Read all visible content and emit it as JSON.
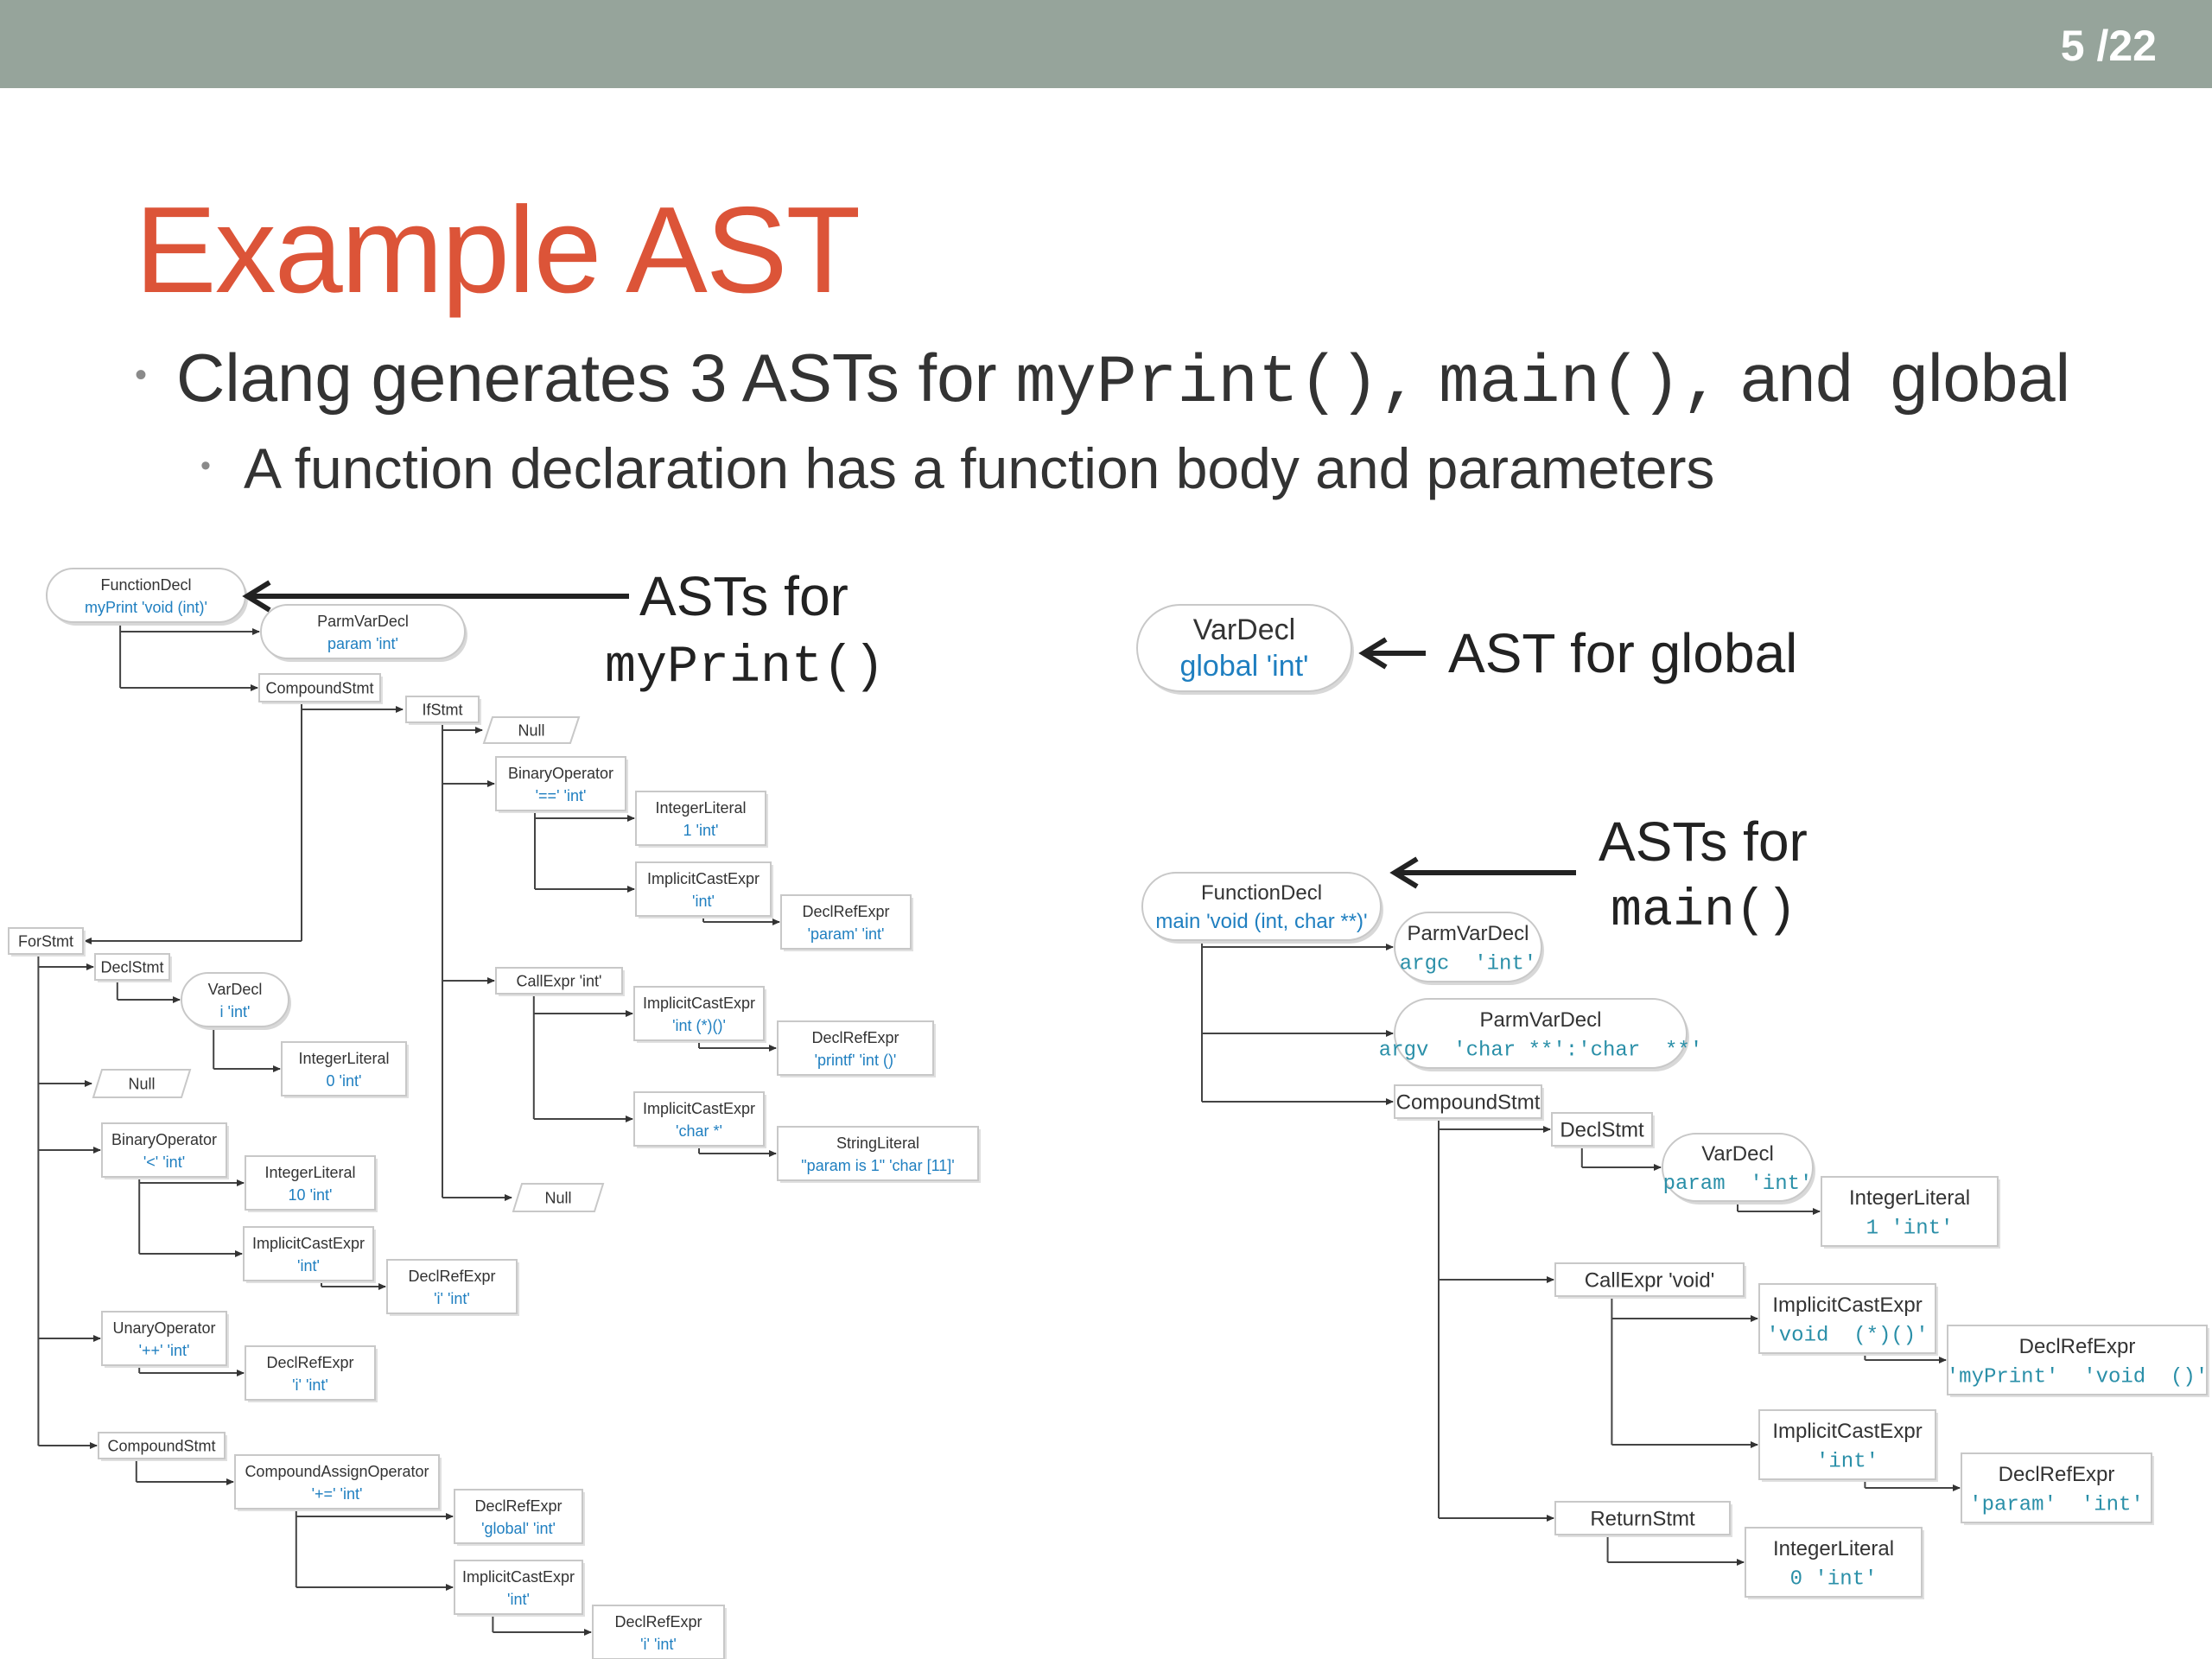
{
  "page_number": "5 /22",
  "title": "Example AST",
  "bullet1": {
    "prefix": "Clang generates 3 ASTs for ",
    "code1": "myPrint(),",
    "code2": "main(),",
    "suffix": " and  global"
  },
  "bullet2": "A function declaration has a function body and parameters",
  "labels": {
    "myprint_1": "ASTs for",
    "myprint_2": "myPrint()",
    "global": "AST for global",
    "main_1": "ASTs for",
    "main_2": "main()"
  },
  "nodes": [
    {
      "id": "m-funcdecl",
      "shape": "round",
      "label": "FunctionDecl",
      "type": "myPrint 'void (int)'"
    },
    {
      "id": "m-parm",
      "shape": "round",
      "label": "ParmVarDecl",
      "type": "param 'int'"
    },
    {
      "id": "m-compound",
      "shape": "rect",
      "label": "CompoundStmt",
      "type": ""
    },
    {
      "id": "m-if",
      "shape": "rect",
      "label": "IfStmt",
      "type": ""
    },
    {
      "id": "m-null1",
      "shape": "para",
      "label": "Null",
      "type": ""
    },
    {
      "id": "m-binop",
      "shape": "rect",
      "label": "BinaryOperator",
      "type": "'==' 'int'"
    },
    {
      "id": "m-int1",
      "shape": "rect",
      "label": "IntegerLiteral",
      "type": "1 'int'"
    },
    {
      "id": "m-ice1",
      "shape": "rect",
      "label": "ImplicitCastExpr",
      "type": "'int'"
    },
    {
      "id": "m-dre1",
      "shape": "rect",
      "label": "DeclRefExpr",
      "type": "'param' 'int'"
    },
    {
      "id": "m-call",
      "shape": "rect",
      "label": "CallExpr 'int'",
      "type": ""
    },
    {
      "id": "m-ice2",
      "shape": "rect",
      "label": "ImplicitCastExpr",
      "type": "'int (*)()'"
    },
    {
      "id": "m-dre2",
      "shape": "rect",
      "label": "DeclRefExpr",
      "type": "'printf' 'int ()'"
    },
    {
      "id": "m-ice3",
      "shape": "rect",
      "label": "ImplicitCastExpr",
      "type": "'char *'"
    },
    {
      "id": "m-str",
      "shape": "rect",
      "label": "StringLiteral",
      "type": "\"param is 1\" 'char [11]'"
    },
    {
      "id": "m-null2",
      "shape": "para",
      "label": "Null",
      "type": ""
    },
    {
      "id": "m-for",
      "shape": "rect",
      "label": "ForStmt",
      "type": ""
    },
    {
      "id": "m-declstmt",
      "shape": "rect",
      "label": "DeclStmt",
      "type": ""
    },
    {
      "id": "m-vardecl",
      "shape": "round",
      "label": "VarDecl",
      "type": "i 'int'"
    },
    {
      "id": "m-int0",
      "shape": "rect",
      "label": "IntegerLiteral",
      "type": "0 'int'"
    },
    {
      "id": "m-null3",
      "shape": "para",
      "label": "Null",
      "type": ""
    },
    {
      "id": "m-binop2",
      "shape": "rect",
      "label": "BinaryOperator",
      "type": "'<' 'int'"
    },
    {
      "id": "m-int10",
      "shape": "rect",
      "label": "IntegerLiteral",
      "type": "10 'int'"
    },
    {
      "id": "m-ice4",
      "shape": "rect",
      "label": "ImplicitCastExpr",
      "type": "'int'"
    },
    {
      "id": "m-dre3",
      "shape": "rect",
      "label": "DeclRefExpr",
      "type": "'i' 'int'"
    },
    {
      "id": "m-unop",
      "shape": "rect",
      "label": "UnaryOperator",
      "type": "'++' 'int'"
    },
    {
      "id": "m-dre4",
      "shape": "rect",
      "label": "DeclRefExpr",
      "type": "'i' 'int'"
    },
    {
      "id": "m-compound2",
      "shape": "rect",
      "label": "CompoundStmt",
      "type": ""
    },
    {
      "id": "m-cao",
      "shape": "rect",
      "label": "CompoundAssignOperator",
      "type": "'+=' 'int'"
    },
    {
      "id": "m-dre5",
      "shape": "rect",
      "label": "DeclRefExpr",
      "type": "'global' 'int'"
    },
    {
      "id": "m-ice5",
      "shape": "rect",
      "label": "ImplicitCastExpr",
      "type": "'int'"
    },
    {
      "id": "m-dre6",
      "shape": "rect",
      "label": "DeclRefExpr",
      "type": "'i' 'int'"
    },
    {
      "id": "g-vardecl",
      "shape": "round",
      "label": "VarDecl",
      "type": "global 'int'"
    },
    {
      "id": "n-funcdecl",
      "shape": "round",
      "label": "FunctionDecl",
      "type": "main 'void (int, char **)'"
    },
    {
      "id": "n-parm1",
      "shape": "round",
      "label": "ParmVarDecl",
      "type": "argc  'int'"
    },
    {
      "id": "n-parm2",
      "shape": "round",
      "label": "ParmVarDecl",
      "type": "argv  'char **':'char  **'"
    },
    {
      "id": "n-compound",
      "shape": "rect",
      "label": "CompoundStmt",
      "type": ""
    },
    {
      "id": "n-declstmt",
      "shape": "rect",
      "label": "DeclStmt",
      "type": ""
    },
    {
      "id": "n-vardecl",
      "shape": "round",
      "label": "VarDecl",
      "type": "param  'int'"
    },
    {
      "id": "n-int1",
      "shape": "rect",
      "label": "IntegerLiteral",
      "type": "1 'int'"
    },
    {
      "id": "n-call",
      "shape": "rect",
      "label": "CallExpr 'void'",
      "type": ""
    },
    {
      "id": "n-ice1",
      "shape": "rect",
      "label": "ImplicitCastExpr",
      "type": "'void  (*)()'"
    },
    {
      "id": "n-dre1",
      "shape": "rect",
      "label": "DeclRefExpr",
      "type": "'myPrint'  'void  ()'"
    },
    {
      "id": "n-ice2",
      "shape": "rect",
      "label": "ImplicitCastExpr",
      "type": "'int'"
    },
    {
      "id": "n-dre2",
      "shape": "rect",
      "label": "DeclRefExpr",
      "type": "'param'  'int'"
    },
    {
      "id": "n-return",
      "shape": "rect",
      "label": "ReturnStmt",
      "type": ""
    },
    {
      "id": "n-int0",
      "shape": "rect",
      "label": "IntegerLiteral",
      "type": "0 'int'"
    }
  ]
}
